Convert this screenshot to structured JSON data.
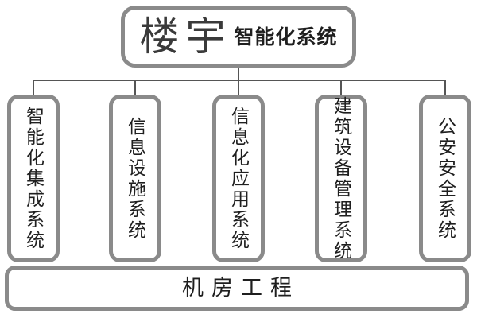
{
  "diagram": {
    "root": {
      "title_large": "楼宇",
      "title_small": "智能化系统"
    },
    "branches": [
      {
        "label": "智能化集成系统"
      },
      {
        "label": "信息设施系统"
      },
      {
        "label": "信息化应用系统"
      },
      {
        "label": "建筑设备管理系统"
      },
      {
        "label": "公安安全系统"
      }
    ],
    "base": {
      "label": "机房工程"
    },
    "colors": {
      "box_border": "#8a8a8a",
      "connector_line": "#555555",
      "text": "#1f1f1f",
      "background": "#ffffff"
    }
  }
}
